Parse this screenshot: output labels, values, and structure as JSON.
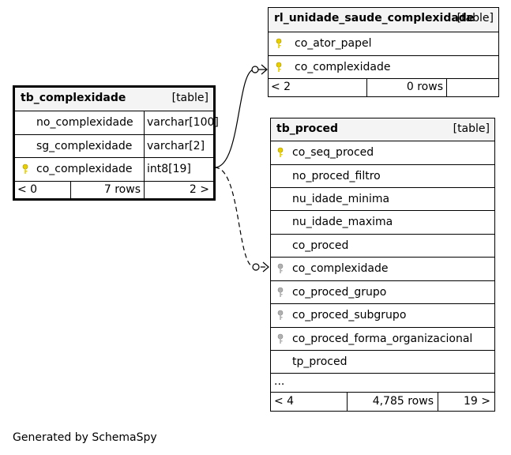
{
  "colors": {
    "primary_key": "#e8d000",
    "foreign_key": "#b0b0b0",
    "header_bg": "#f4f4f4"
  },
  "tables": {
    "rl": {
      "name": "rl_unidade_saude_complexidade",
      "type_label": "[table]",
      "columns": [
        {
          "name": "co_ator_papel",
          "key": "primary-key-icon"
        },
        {
          "name": "co_complexidade",
          "key": "primary-key-icon"
        }
      ],
      "footer": {
        "left": "< 2",
        "rows": "0 rows"
      }
    },
    "comp": {
      "name": "tb_complexidade",
      "type_label": "[table]",
      "columns": [
        {
          "name": "no_complexidade",
          "type": "varchar[100]"
        },
        {
          "name": "sg_complexidade",
          "type": "varchar[2]"
        },
        {
          "name": "co_complexidade",
          "type": "int8[19]",
          "key": "primary-key-icon"
        }
      ],
      "footer": {
        "left": "< 0",
        "rows": "7 rows",
        "right": "2 >"
      }
    },
    "proc": {
      "name": "tb_proced",
      "type_label": "[table]",
      "columns": [
        {
          "name": "co_seq_proced",
          "key": "primary-key-icon"
        },
        {
          "name": "no_proced_filtro"
        },
        {
          "name": "nu_idade_minima"
        },
        {
          "name": "nu_idade_maxima"
        },
        {
          "name": "co_proced"
        },
        {
          "name": "co_complexidade",
          "key": "foreign-key-icon"
        },
        {
          "name": "co_proced_grupo",
          "key": "foreign-key-icon"
        },
        {
          "name": "co_proced_subgrupo",
          "key": "foreign-key-icon"
        },
        {
          "name": "co_proced_forma_organizacional",
          "key": "foreign-key-icon"
        },
        {
          "name": "tp_proced"
        }
      ],
      "more": "...",
      "footer": {
        "left": "< 4",
        "rows": "4,785 rows",
        "right": "19 >"
      }
    }
  },
  "footer_text": "Generated by SchemaSpy"
}
